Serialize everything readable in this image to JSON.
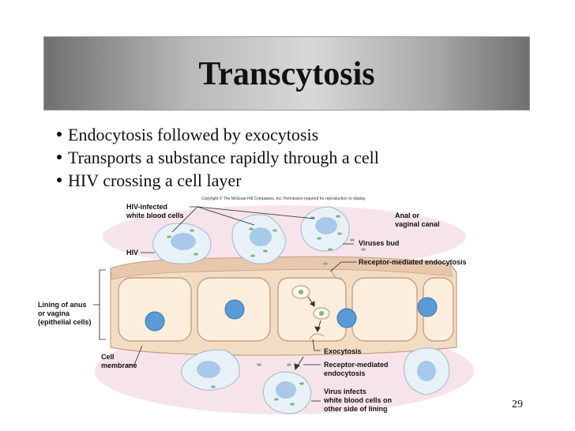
{
  "slide": {
    "title": "Transcytosis",
    "bullets": [
      "Endocytosis followed by exocytosis",
      "Transports a substance rapidly through a cell",
      "HIV crossing a cell layer"
    ],
    "copyright": "Copyright © The McGraw-Hill Companies, Inc. Permission required for reproduction or display.",
    "page_number": "29"
  },
  "diagram": {
    "labels": {
      "hiv_infected_1": "HIV-infected",
      "hiv_infected_2": "white blood cells",
      "hiv": "HIV",
      "anal_1": "Anal or",
      "anal_2": "vaginal canal",
      "viruses_bud": "Viruses bud",
      "rme_top": "Receptor-mediated endocytosis",
      "lining_1": "Lining of anus",
      "lining_2": "or vagina",
      "lining_3": "(epithelial cells)",
      "cell_1": "Cell",
      "cell_2": "membrane",
      "exocytosis": "Exocytosis",
      "rme_bottom_1": "Receptor-mediated",
      "rme_bottom_2": "endocytosis",
      "infects_1": "Virus infects",
      "infects_2": "white blood cells on",
      "infects_3": "other side of lining"
    },
    "colors": {
      "epithelium": "#f2ddc4",
      "cell_outline": "#c79e84",
      "nucleus": "#5a9ad6",
      "wbc": "#e9f1f8",
      "wbc_nucleus": "#a9c9ea",
      "virus": "#7fb77e",
      "tissue": "#f7e4ea"
    }
  }
}
